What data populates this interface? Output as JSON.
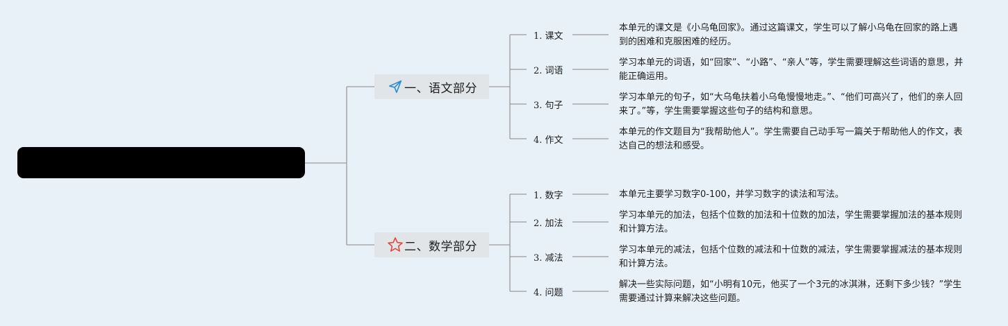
{
  "root": {
    "title": ""
  },
  "colors": {
    "background": "#e9f1f8",
    "root": "#000000",
    "branch_bg": "#e2e5e8",
    "line": "#9a9a9a",
    "send_icon": "#2a8fd0",
    "star_icon": "#e0463a"
  },
  "branches": [
    {
      "label": "一、语文部分",
      "icon": "send-icon",
      "items": [
        {
          "label": "1. 课文",
          "desc": "本单元的课文是《小乌龟回家》。通过这篇课文，学生可以了解小乌龟在回家的路上遇到的困难和克服困难的经历。"
        },
        {
          "label": "2. 词语",
          "desc": "学习本单元的词语，如“回家”、“小路”、“亲人”等，学生需要理解这些词语的意思，并能正确运用。"
        },
        {
          "label": "3. 句子",
          "desc": "学习本单元的句子，如“大乌龟扶着小乌龟慢慢地走。”、“他们可高兴了，他们的亲人回来了。”等，学生需要掌握这些句子的结构和意思。"
        },
        {
          "label": "4. 作文",
          "desc": "本单元的作文题目为“我帮助他人”。学生需要自己动手写一篇关于帮助他人的作文，表达自己的想法和感受。"
        }
      ]
    },
    {
      "label": "二、数学部分",
      "icon": "star-icon",
      "items": [
        {
          "label": "1. 数字",
          "desc": "本单元主要学习数字0-100，并学习数字的读法和写法。"
        },
        {
          "label": "2. 加法",
          "desc": "学习本单元的加法，包括个位数的加法和十位数的加法，学生需要掌握加法的基本规则和计算方法。"
        },
        {
          "label": "3. 减法",
          "desc": "学习本单元的减法，包括个位数的减法和十位数的减法，学生需要掌握减法的基本规则和计算方法。"
        },
        {
          "label": "4. 问题",
          "desc": "解决一些实际问题，如“小明有10元，他买了一个3元的冰淇淋，还剩下多少钱？”学生需要通过计算来解决这些问题。"
        }
      ]
    }
  ]
}
